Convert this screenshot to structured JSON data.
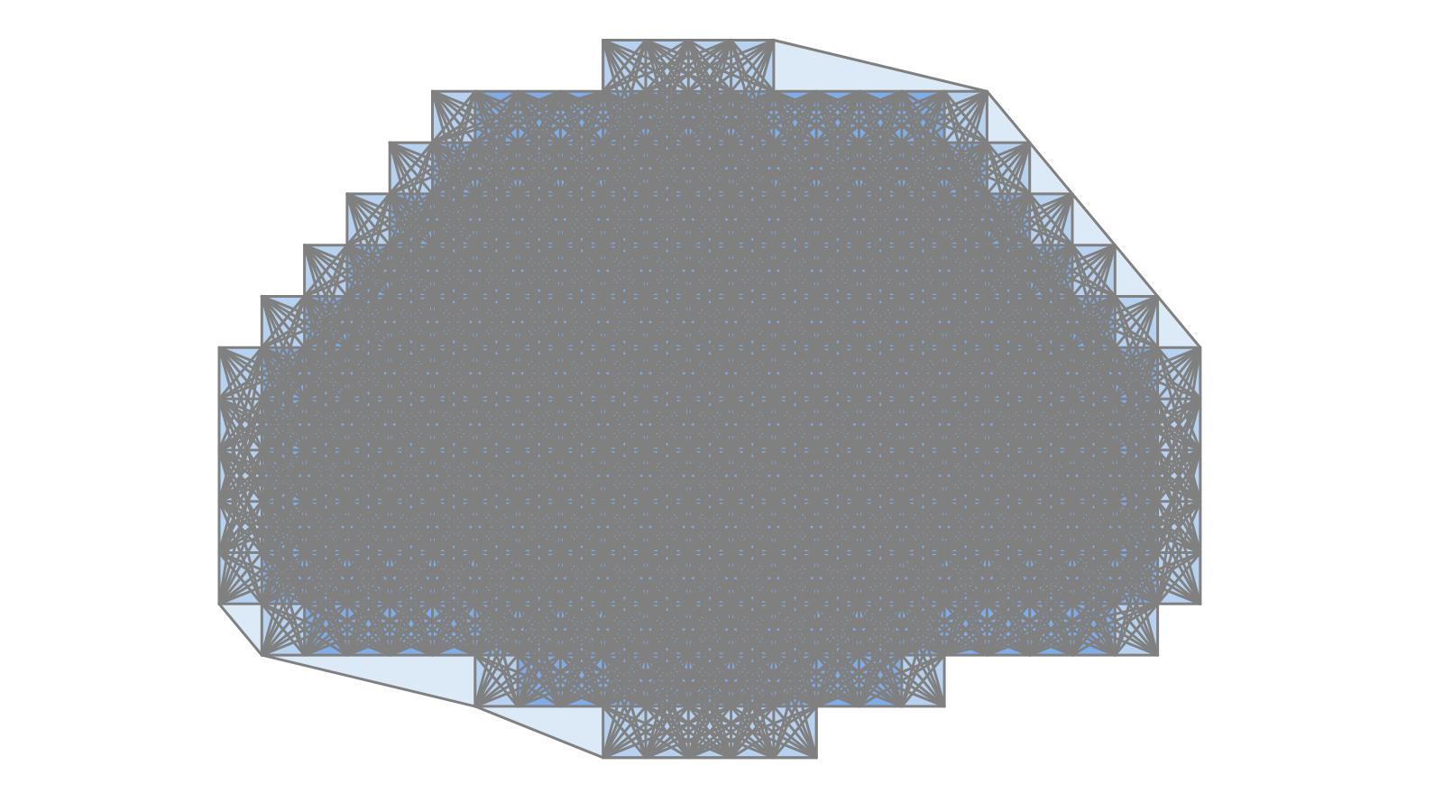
{
  "figure": {
    "grid": {
      "columns": 23,
      "rows": 14,
      "row_spans": [
        [
          9,
          13
        ],
        [
          5,
          18
        ],
        [
          4,
          19
        ],
        [
          3,
          20
        ],
        [
          2,
          21
        ],
        [
          1,
          22
        ],
        [
          0,
          23
        ],
        [
          0,
          23
        ],
        [
          0,
          23
        ],
        [
          0,
          23
        ],
        [
          0,
          23
        ],
        [
          1,
          22
        ],
        [
          6,
          17
        ],
        [
          9,
          14
        ]
      ]
    },
    "colors": {
      "background": "#ffffff",
      "fill_light": "#dce9f7",
      "fill_mid": "#b7d2f0",
      "fill_main": "#7fadea",
      "edge": "#808080"
    }
  }
}
